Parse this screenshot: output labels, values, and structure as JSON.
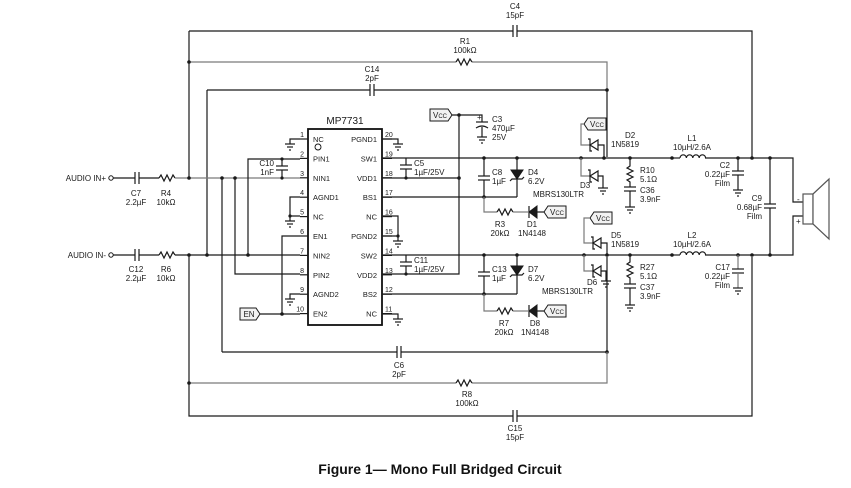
{
  "figure": {
    "title": "Figure 1— Mono Full Bridged Circuit"
  },
  "ic": {
    "name": "MP7731",
    "pins_left": [
      {
        "num": "1",
        "name": "NC"
      },
      {
        "num": "2",
        "name": "PIN1"
      },
      {
        "num": "3",
        "name": "NIN1"
      },
      {
        "num": "4",
        "name": "AGND1"
      },
      {
        "num": "5",
        "name": "NC"
      },
      {
        "num": "6",
        "name": "EN1"
      },
      {
        "num": "7",
        "name": "NIN2"
      },
      {
        "num": "8",
        "name": "PIN2"
      },
      {
        "num": "9",
        "name": "AGND2"
      },
      {
        "num": "10",
        "name": "EN2"
      }
    ],
    "pins_right": [
      {
        "num": "20",
        "name": "PGND1"
      },
      {
        "num": "19",
        "name": "SW1"
      },
      {
        "num": "18",
        "name": "VDD1"
      },
      {
        "num": "17",
        "name": "BS1"
      },
      {
        "num": "16",
        "name": "NC"
      },
      {
        "num": "15",
        "name": "PGND2"
      },
      {
        "num": "14",
        "name": "SW2"
      },
      {
        "num": "13",
        "name": "VDD2"
      },
      {
        "num": "12",
        "name": "BS2"
      },
      {
        "num": "11",
        "name": "NC"
      }
    ]
  },
  "inputs": {
    "audio_in_pos": "AUDIO IN+",
    "audio_in_neg": "AUDIO IN-",
    "enable": "EN"
  },
  "supply": {
    "vcc": "VCC",
    "vcc_main": "V",
    "vcc_sub": "CC"
  },
  "components": {
    "C4": {
      "ref": "C4",
      "value": "15pF"
    },
    "R1": {
      "ref": "R1",
      "value": "100kΩ"
    },
    "C14": {
      "ref": "C14",
      "value": "2pF"
    },
    "C3": {
      "ref": "C3",
      "value": "470µF",
      "value2": "25V"
    },
    "C10": {
      "ref": "C10",
      "value": "1nF"
    },
    "C5": {
      "ref": "C5",
      "value": "1µF/25V"
    },
    "C7": {
      "ref": "C7",
      "value": "2.2µF"
    },
    "R4": {
      "ref": "R4",
      "value": "10kΩ"
    },
    "C12": {
      "ref": "C12",
      "value": "2.2µF"
    },
    "R6": {
      "ref": "R6",
      "value": "10kΩ"
    },
    "C11": {
      "ref": "C11",
      "value": "1µF/25V"
    },
    "C8": {
      "ref": "C8",
      "value": "1µF"
    },
    "D4": {
      "ref": "D4",
      "value": "6.2V"
    },
    "R3": {
      "ref": "R3",
      "value": "20kΩ"
    },
    "D1": {
      "ref": "D1",
      "value": "1N4148"
    },
    "D2": {
      "ref": "D2",
      "value": "1N5819"
    },
    "D3": {
      "ref": "D3",
      "value": "MBRS130LTR"
    },
    "R10": {
      "ref": "R10",
      "value": "5.1Ω"
    },
    "C36": {
      "ref": "C36",
      "value": "3.9nF"
    },
    "L1": {
      "ref": "L1",
      "value": "10µH/2.6A"
    },
    "C2": {
      "ref": "C2",
      "value": "0.22µF",
      "value2": "Film"
    },
    "C9": {
      "ref": "C9",
      "value": "0.68µF",
      "value2": "Film"
    },
    "D5": {
      "ref": "D5",
      "value": "1N5819"
    },
    "C13": {
      "ref": "C13",
      "value": "1µF"
    },
    "D7": {
      "ref": "D7",
      "value": "6.2V"
    },
    "D6": {
      "ref": "D6",
      "value": "MBRS130LTR"
    },
    "R27": {
      "ref": "R27",
      "value": "5.1Ω"
    },
    "C37": {
      "ref": "C37",
      "value": "3.9nF"
    },
    "L2": {
      "ref": "L2",
      "value": "10µH/2.6A"
    },
    "C17": {
      "ref": "C17",
      "value": "0.22µF",
      "value2": "Film"
    },
    "R7": {
      "ref": "R7",
      "value": "20kΩ"
    },
    "D8": {
      "ref": "D8",
      "value": "1N4148"
    },
    "C6": {
      "ref": "C6",
      "value": "2pF"
    },
    "R8": {
      "ref": "R8",
      "value": "100kΩ"
    },
    "C15": {
      "ref": "C15",
      "value": "15pF"
    }
  },
  "speaker": {
    "minus": "-",
    "plus": "+"
  }
}
